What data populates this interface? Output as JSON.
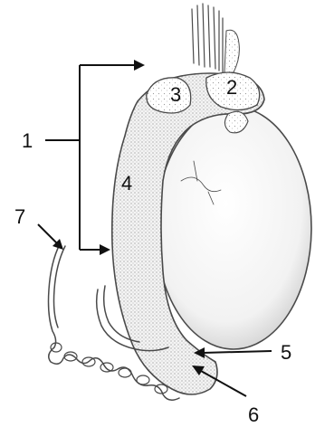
{
  "figure": {
    "callouts": {
      "c1": "1",
      "c2": "2",
      "c3": "3",
      "c4": "4",
      "c5": "5",
      "c6": "6",
      "c7": "7"
    },
    "colors": {
      "ink": "#111111",
      "outline": "#4a4a4a",
      "stipple": "#9a9a9a",
      "background": "#ffffff"
    }
  }
}
